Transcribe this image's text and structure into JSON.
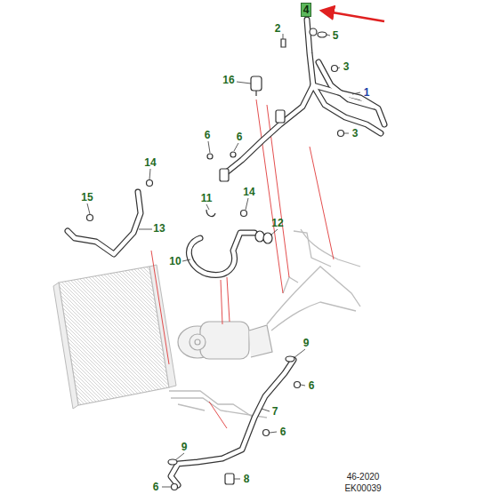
{
  "diagram": {
    "labels": [
      "4",
      "2",
      "5",
      "3",
      "1",
      "16",
      "3",
      "6",
      "6",
      "14",
      "15",
      "13",
      "11",
      "14",
      "12",
      "10",
      "9",
      "6",
      "7",
      "6",
      "9",
      "8",
      "6",
      "46-2020",
      "EK00039"
    ]
  }
}
